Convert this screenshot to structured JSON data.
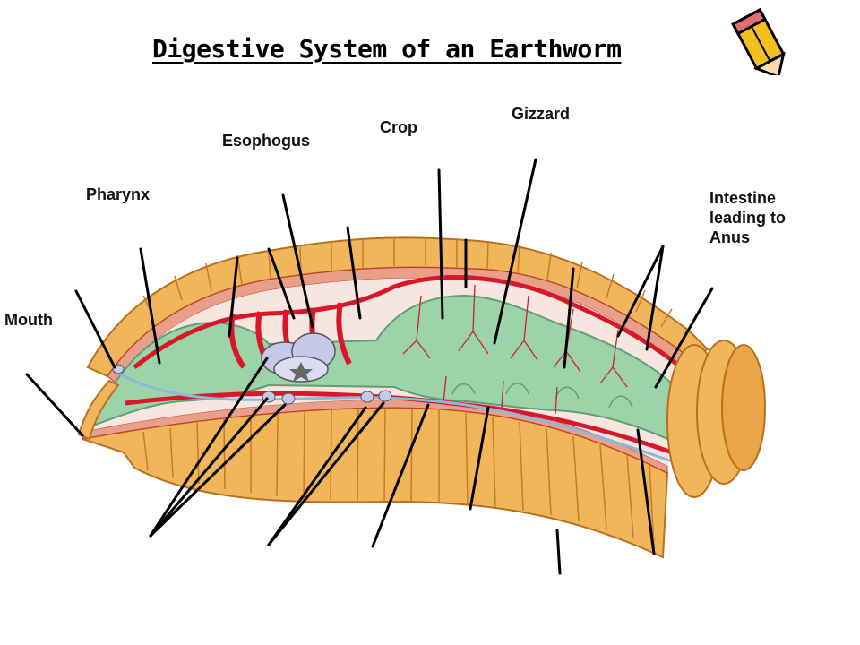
{
  "title": "Digestive System of an Earthworm",
  "labels": {
    "mouth": "Mouth",
    "pharynx": "Pharynx",
    "esophagus": "Esophogus",
    "crop": "Crop",
    "gizzard": "Gizzard",
    "intestine": [
      "Intestine",
      "leading to",
      "Anus"
    ]
  },
  "icons": [
    "pencil-icon"
  ],
  "colors": {
    "body_wall": "#f2b65a",
    "body_wall_dark": "#c97a22",
    "muscle_layer": "#e8a08a",
    "gut": "#9cd3a9",
    "gut_dark": "#5f9e70",
    "blood_vessel": "#d8182a",
    "nerve_cord": "#8fb7d8",
    "ganglion": "#c7c9e8",
    "pointer_line": "#000000"
  }
}
